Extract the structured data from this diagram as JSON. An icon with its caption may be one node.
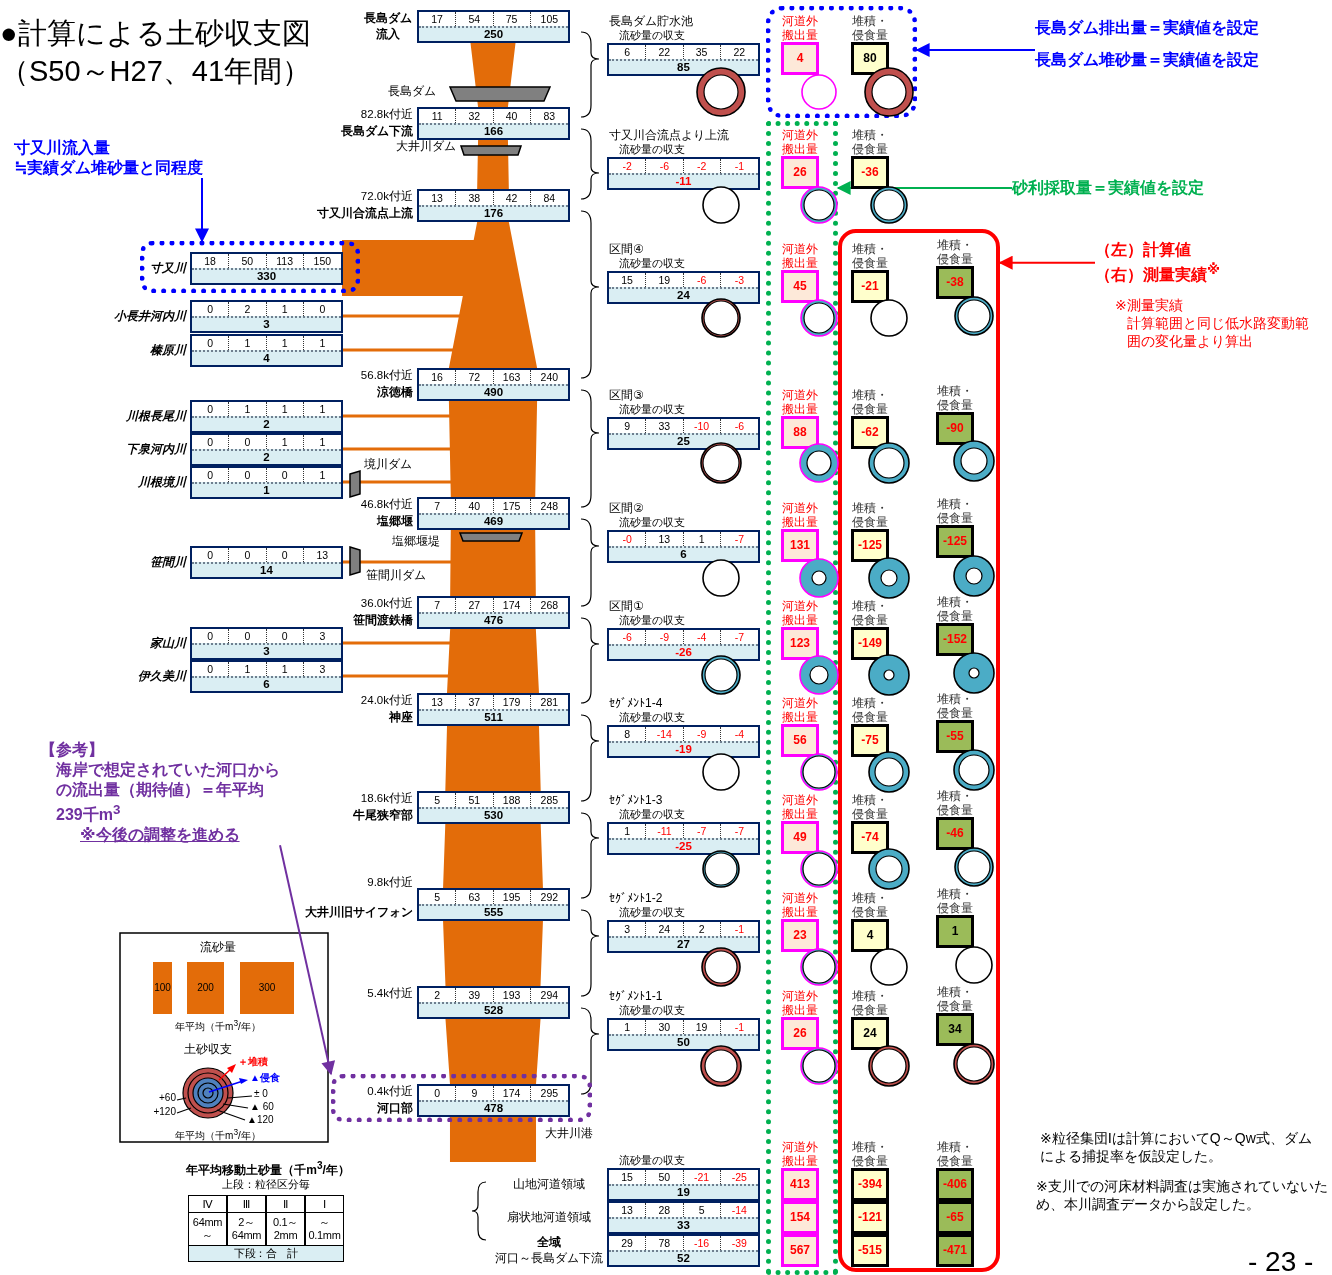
{
  "diagram": {
    "title": "●計算による土砂収支図（S50～H27、41年間）",
    "nodes": [
      {
        "text": [
          "寸又川流入量",
          "≒実績ダム堆砂量と同程度"
        ]
      },
      {
        "text": [],
        "shape": "box"
      },
      {
        "text": [
          "寸又川",
          "18",
          "50",
          "113",
          "150",
          "330"
        ],
        "in": 1
      },
      {
        "text": [
          "小長井河内川",
          "0",
          "2",
          "1",
          "0",
          "3"
        ]
      },
      {
        "text": [
          "榛原川",
          "0",
          "1",
          "1",
          "1",
          "4"
        ]
      },
      {
        "text": [
          "川根長尾川",
          "0",
          "1",
          "1",
          "1",
          "2"
        ]
      },
      {
        "text": [
          "下泉河内川",
          "0",
          "0",
          "1",
          "1",
          "2"
        ]
      },
      {
        "text": [
          "川根境川",
          "0",
          "0",
          "0",
          "1",
          "1"
        ]
      },
      {
        "text": [
          "笹間川",
          "0",
          "0",
          "0",
          "13",
          "14"
        ]
      },
      {
        "text": [
          "家山川",
          "0",
          "0",
          "0",
          "3",
          "3"
        ]
      },
      {
        "text": [
          "伊久美川",
          "0",
          "1",
          "1",
          "3",
          "6"
        ]
      },
      {
        "text": [
          "長島ダム流入",
          "17",
          "54",
          "75",
          "105",
          "250"
        ]
      },
      {
        "text": [
          "長島ダム下流",
          "11",
          "32",
          "40",
          "83",
          "166"
        ],
        "beside": [
          "82.8k付近"
        ]
      },
      {
        "text": [
          "寸又川合流点上流",
          "13",
          "38",
          "42",
          "84",
          "176"
        ],
        "beside": [
          "72.0k付近"
        ]
      },
      {
        "text": [
          "涼徳橋",
          "16",
          "72",
          "163",
          "240",
          "490"
        ],
        "beside": [
          "56.8k付近"
        ]
      },
      {
        "text": [
          "塩郷堰",
          "7",
          "40",
          "175",
          "248",
          "469"
        ],
        "beside": [
          "46.8k付近"
        ]
      },
      {
        "text": [
          "笹間渡鉄橋",
          "7",
          "27",
          "174",
          "268",
          "476"
        ],
        "beside": [
          "36.0k付近"
        ]
      },
      {
        "text": [
          "神座",
          "13",
          "37",
          "179",
          "281",
          "511"
        ],
        "beside": [
          "24.0k付近"
        ]
      },
      {
        "text": [
          "牛尾狭窄部",
          "5",
          "51",
          "188",
          "285",
          "530"
        ],
        "beside": [
          "18.6k付近"
        ]
      },
      {
        "text": [
          "大井川旧サイフォン",
          "5",
          "63",
          "195",
          "292",
          "555"
        ],
        "beside": [
          "9.8k付近"
        ]
      },
      {
        "text": [
          "2",
          "39",
          "193",
          "294",
          "528"
        ],
        "beside": [
          "5.4k付近"
        ]
      },
      {
        "text": [],
        "shape": "box"
      },
      {
        "text": [
          "河口部",
          "0",
          "9",
          "174",
          "295",
          "478"
        ],
        "beside": [
          "0.4k付近"
        ],
        "in": 21
      },
      {
        "text": [
          "【参考】",
          "海岸で想定されていた河口からの流出量（期待値）＝年平均　239千m$^{3}$",
          "※今後の調整を進める"
        ]
      },
      {
        "text": [
          "長島ダム排出量＝実績値を設定",
          "長島ダム堆砂量＝実績値を設定"
        ]
      },
      {
        "text": [],
        "shape": "box"
      },
      {
        "text": [
          "砂利採取量＝実績値を設定"
        ]
      },
      {
        "text": [],
        "shape": "box"
      },
      {
        "text": [
          "（左）計算値",
          "（右）測量実績$^{※}$"
        ]
      },
      {
        "text": [],
        "shape": "box"
      },
      {
        "text": [
          "流砂量の収支",
          "6",
          "22",
          "35",
          "22",
          "85"
        ],
        "beside": [
          "長島ダム貯水池"
        ]
      },
      {
        "text": [
          "河道外搬出量",
          "4"
        ],
        "in": 25
      },
      {
        "text": [
          "堆積・侵食量",
          "80"
        ],
        "in": 25
      },
      {
        "text": [
          "流砂量の収支",
          "-2",
          "-6",
          "-2",
          "-1",
          "-11"
        ],
        "beside": [
          "寸又川合流点より上流"
        ]
      },
      {
        "text": [
          "河道外搬出量",
          "26"
        ],
        "in": 27
      },
      {
        "text": [
          "堆積・侵食量",
          "-36"
        ]
      },
      {
        "text": [
          "流砂量の収支",
          "15",
          "19",
          "-6",
          "-3",
          "24"
        ],
        "beside": [
          "区間④"
        ]
      },
      {
        "text": [
          "河道外搬出量",
          "45"
        ],
        "in": 27
      },
      {
        "text": [
          "堆積・侵食量",
          "-21"
        ],
        "in": 29
      },
      {
        "text": [
          "堆積・侵食量",
          "-38"
        ],
        "in": 29
      },
      {
        "text": [
          "流砂量の収支",
          "9",
          "33",
          "-10",
          "-6",
          "25"
        ],
        "beside": [
          "区間③"
        ]
      },
      {
        "text": [
          "河道外搬出量",
          "88"
        ],
        "in": 27
      },
      {
        "text": [
          "堆積・侵食量",
          "-62"
        ],
        "in": 29
      },
      {
        "text": [
          "堆積・侵食量",
          "-90"
        ],
        "in": 29
      },
      {
        "text": [
          "流砂量の収支",
          "-0",
          "13",
          "1",
          "-7",
          "6"
        ],
        "beside": [
          "区間②"
        ]
      },
      {
        "text": [
          "河道外搬出量",
          "131"
        ],
        "in": 27
      },
      {
        "text": [
          "堆積・侵食量",
          "-125"
        ],
        "in": 29
      },
      {
        "text": [
          "堆積・侵食量",
          "-125"
        ],
        "in": 29
      },
      {
        "text": [
          "流砂量の収支",
          "-6",
          "-9",
          "-4",
          "-7",
          "-26"
        ],
        "beside": [
          "区間①"
        ]
      },
      {
        "text": [
          "河道外搬出量",
          "123"
        ],
        "in": 27
      },
      {
        "text": [
          "堆積・侵食量",
          "-149"
        ],
        "in": 29
      },
      {
        "text": [
          "堆積・侵食量",
          "-152"
        ],
        "in": 29
      },
      {
        "text": [
          "流砂量の収支",
          "8",
          "-14",
          "-9",
          "-4",
          "-19"
        ],
        "beside": [
          "ｾｸﾞﾒﾝﾄ1-4"
        ]
      },
      {
        "text": [
          "河道外搬出量",
          "56"
        ],
        "in": 27
      },
      {
        "text": [
          "堆積・侵食量",
          "-75"
        ],
        "in": 29
      },
      {
        "text": [
          "堆積・侵食量",
          "-55"
        ],
        "in": 29
      },
      {
        "text": [
          "流砂量の収支",
          "1",
          "-11",
          "-7",
          "-7",
          "-25"
        ],
        "beside": [
          "ｾｸﾞﾒﾝﾄ1-3"
        ]
      },
      {
        "text": [
          "河道外搬出量",
          "49"
        ],
        "in": 27
      },
      {
        "text": [
          "堆積・侵食量",
          "-74"
        ],
        "in": 29
      },
      {
        "text": [
          "堆積・侵食量",
          "-46"
        ],
        "in": 29
      },
      {
        "text": [
          "流砂量の収支",
          "3",
          "24",
          "2",
          "-1",
          "27"
        ],
        "beside": [
          "ｾｸﾞﾒﾝﾄ1-2"
        ]
      },
      {
        "text": [
          "河道外搬出量",
          "23"
        ],
        "in": 27
      },
      {
        "text": [
          "堆積・侵食量",
          "4"
        ],
        "in": 29
      },
      {
        "text": [
          "堆積・侵食量",
          "1"
        ],
        "in": 29
      },
      {
        "text": [
          "流砂量の収支",
          "1",
          "30",
          "19",
          "-1",
          "50"
        ],
        "beside": [
          "ｾｸﾞﾒﾝﾄ1-1"
        ]
      },
      {
        "text": [
          "河道外搬出量",
          "26"
        ],
        "in": 27
      },
      {
        "text": [
          "堆積・侵食量",
          "24"
        ],
        "in": 29
      },
      {
        "text": [
          "堆積・侵食量",
          "34"
        ],
        "in": 29
      },
      {
        "text": [
          "流砂量の収支",
          "15",
          "50",
          "-21",
          "-25",
          "19"
        ],
        "beside": [
          "山地河道領域"
        ]
      },
      {
        "text": [
          "河道外搬出量",
          "413"
        ],
        "in": 27
      },
      {
        "text": [
          "堆積・侵食量",
          "-394"
        ],
        "in": 29
      },
      {
        "text": [
          "堆積・侵食量",
          "-406"
        ],
        "in": 29
      },
      {
        "text": [
          "13",
          "28",
          "5",
          "-14",
          "33"
        ],
        "beside": [
          "扇状地河道領域"
        ]
      },
      {
        "text": [
          "154"
        ],
        "in": 27
      },
      {
        "text": [
          "-121"
        ],
        "in": 29
      },
      {
        "text": [
          "-65"
        ],
        "in": 29
      },
      {
        "text": [
          "29",
          "78",
          "-16",
          "-39",
          "52"
        ],
        "beside": [
          "全域",
          "河口～長島ダム下流"
        ]
      },
      {
        "text": [
          "567"
        ],
        "in": 27
      },
      {
        "text": [
          "-515"
        ],
        "in": 29
      },
      {
        "text": [
          "-471"
        ],
        "in": 29
      }
    ],
    "edges": [
      {
        "from": 0,
        "to": 1,
        "arrow": "to",
        "color": "#0000ff"
      },
      {
        "from": 24,
        "to": 25,
        "arrow": "to",
        "color": "#0000ff"
      },
      {
        "from": 26,
        "to": 27,
        "arrow": "to",
        "color": "#00b050"
      },
      {
        "from": 28,
        "to": 29,
        "arrow": "to",
        "color": "#ff0000"
      },
      {
        "from": 23,
        "to": 21,
        "arrow": "to",
        "color": "#7030a0"
      }
    ],
    "labels": [
      "長島ダム",
      "大井川ダム",
      "境川ダム",
      "塩郷堰堤",
      "笹間川ダム",
      "大井川港",
      "※測量実績",
      "計算範囲と同じ低水路変動範囲の変化量より算出",
      "流砂量",
      "100",
      "200",
      "300",
      "年平均（千m$^{3}$/年）",
      "土砂収支",
      "＋堆積",
      "▲侵食",
      "+60",
      "+120",
      "± 0",
      "▲ 60",
      "▲120",
      "年平均（千m$^{3}$/年）",
      "年平均移動土砂量（千m$^{3}$/年）",
      "上段：粒径区分毎",
      "Ⅳ",
      "Ⅲ",
      "Ⅱ",
      "Ⅰ",
      "64mm ～",
      "2～ 64mm",
      "0.1～ 2mm",
      "～ 0.1mm",
      "下段：合　計",
      "※粒径集団Ⅰは計算においてQ～Qw式、ダムによる捕捉率を仮設定した。",
      "※支川での河床材料調査は実施されていないため、本川調査データから設定した。",
      "- 23 -"
    ]
  }
}
